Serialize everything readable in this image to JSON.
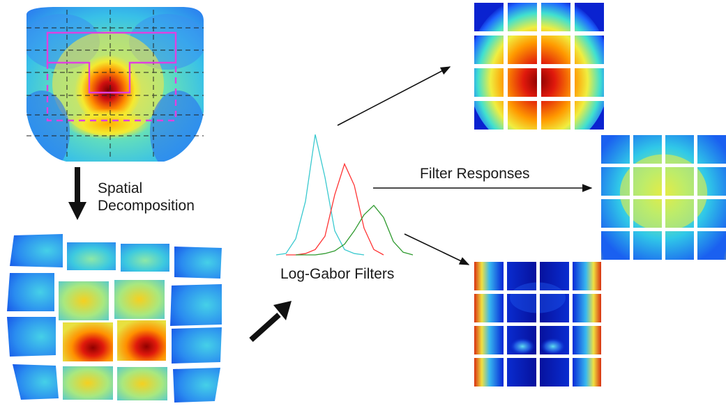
{
  "labels": {
    "spatial_line1": "Spatial",
    "spatial_line2": "Decomposition",
    "log_gabor": "Log-Gabor Filters",
    "filter_responses": "Filter Responses"
  },
  "colors": {
    "jet_dark_blue": "#00008f",
    "jet_blue": "#1e64ff",
    "jet_cyan": "#35e0e8",
    "jet_yellow": "#f5e92e",
    "jet_red": "#e0190c",
    "jet_dark_red": "#7a0000",
    "curve_cyan": "#39c9cf",
    "curve_red": "#ff3333",
    "curve_green": "#2e9a2e",
    "overlay_magenta": "#e040e0"
  },
  "chart_data": {
    "type": "line",
    "series": [
      {
        "values": [
          0,
          1,
          12,
          40,
          90,
          58,
          18,
          4,
          1,
          0
        ]
      },
      {
        "values": [
          0,
          0,
          1,
          4,
          14,
          45,
          68,
          52,
          20,
          4,
          0
        ]
      },
      {
        "values": [
          0,
          0,
          0,
          1,
          3,
          8,
          18,
          30,
          37,
          28,
          10,
          2,
          0
        ]
      }
    ]
  }
}
